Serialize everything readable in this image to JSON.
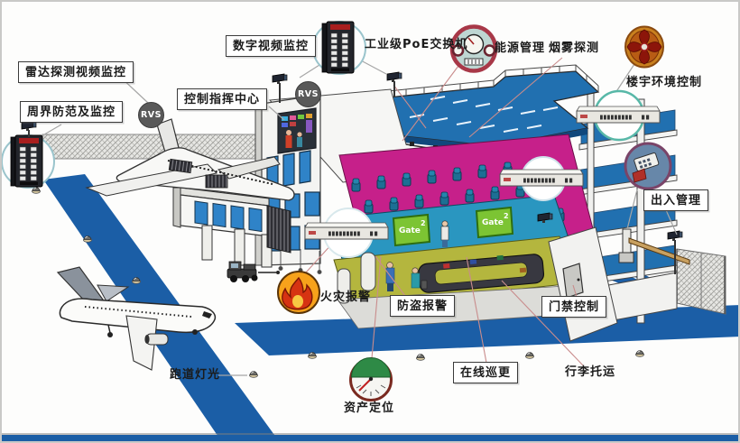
{
  "colors": {
    "runway_blue": "#1b5ea6",
    "deck_blue": "#2170b0",
    "deck_edge": "#11487c",
    "floor_pink": "#c6208a",
    "floor_teal": "#2a96c0",
    "floor_olive": "#b4b63e",
    "gate_green": "#7cc433",
    "seat_blue": "#1d6f94",
    "window_blue": "#2f83c8",
    "label_ink": "#1b1b1b",
    "line_gray": "#a6a6a6",
    "line_red": "#c98c8c",
    "rvs_gray": "#595959",
    "flame_bg": "#f7a21b",
    "flame_red": "#d63312",
    "energy_bg": "#bed6d2",
    "energy_ring": "#a83848",
    "fan_bg": "#c9801e",
    "fan_blade": "#8c150a",
    "asset_green": "#2e8a46",
    "access_bg": "#6787a9"
  },
  "badges": {
    "rvs": "RVS"
  },
  "gate_sign": {
    "name": "Gate",
    "number": "2"
  },
  "labels": {
    "radar_video": "雷达探测视频监控",
    "perimeter": "周界防范及监控",
    "digital_video": "数字视频监控",
    "control_center": "控制指挥中心",
    "poe_switch": "工业级PoE交换机",
    "energy": "能源管理",
    "smoke": "烟雾探测",
    "building_env": "楼宇环境控制",
    "access_mgmt": "出入管理",
    "fire_alarm": "火灾报警",
    "burglar_alarm": "防盗报警",
    "door_access": "门禁控制",
    "patrol": "在线巡更",
    "baggage": "行李托运",
    "asset_tracking": "资产定位",
    "runway_light": "跑道灯光"
  }
}
